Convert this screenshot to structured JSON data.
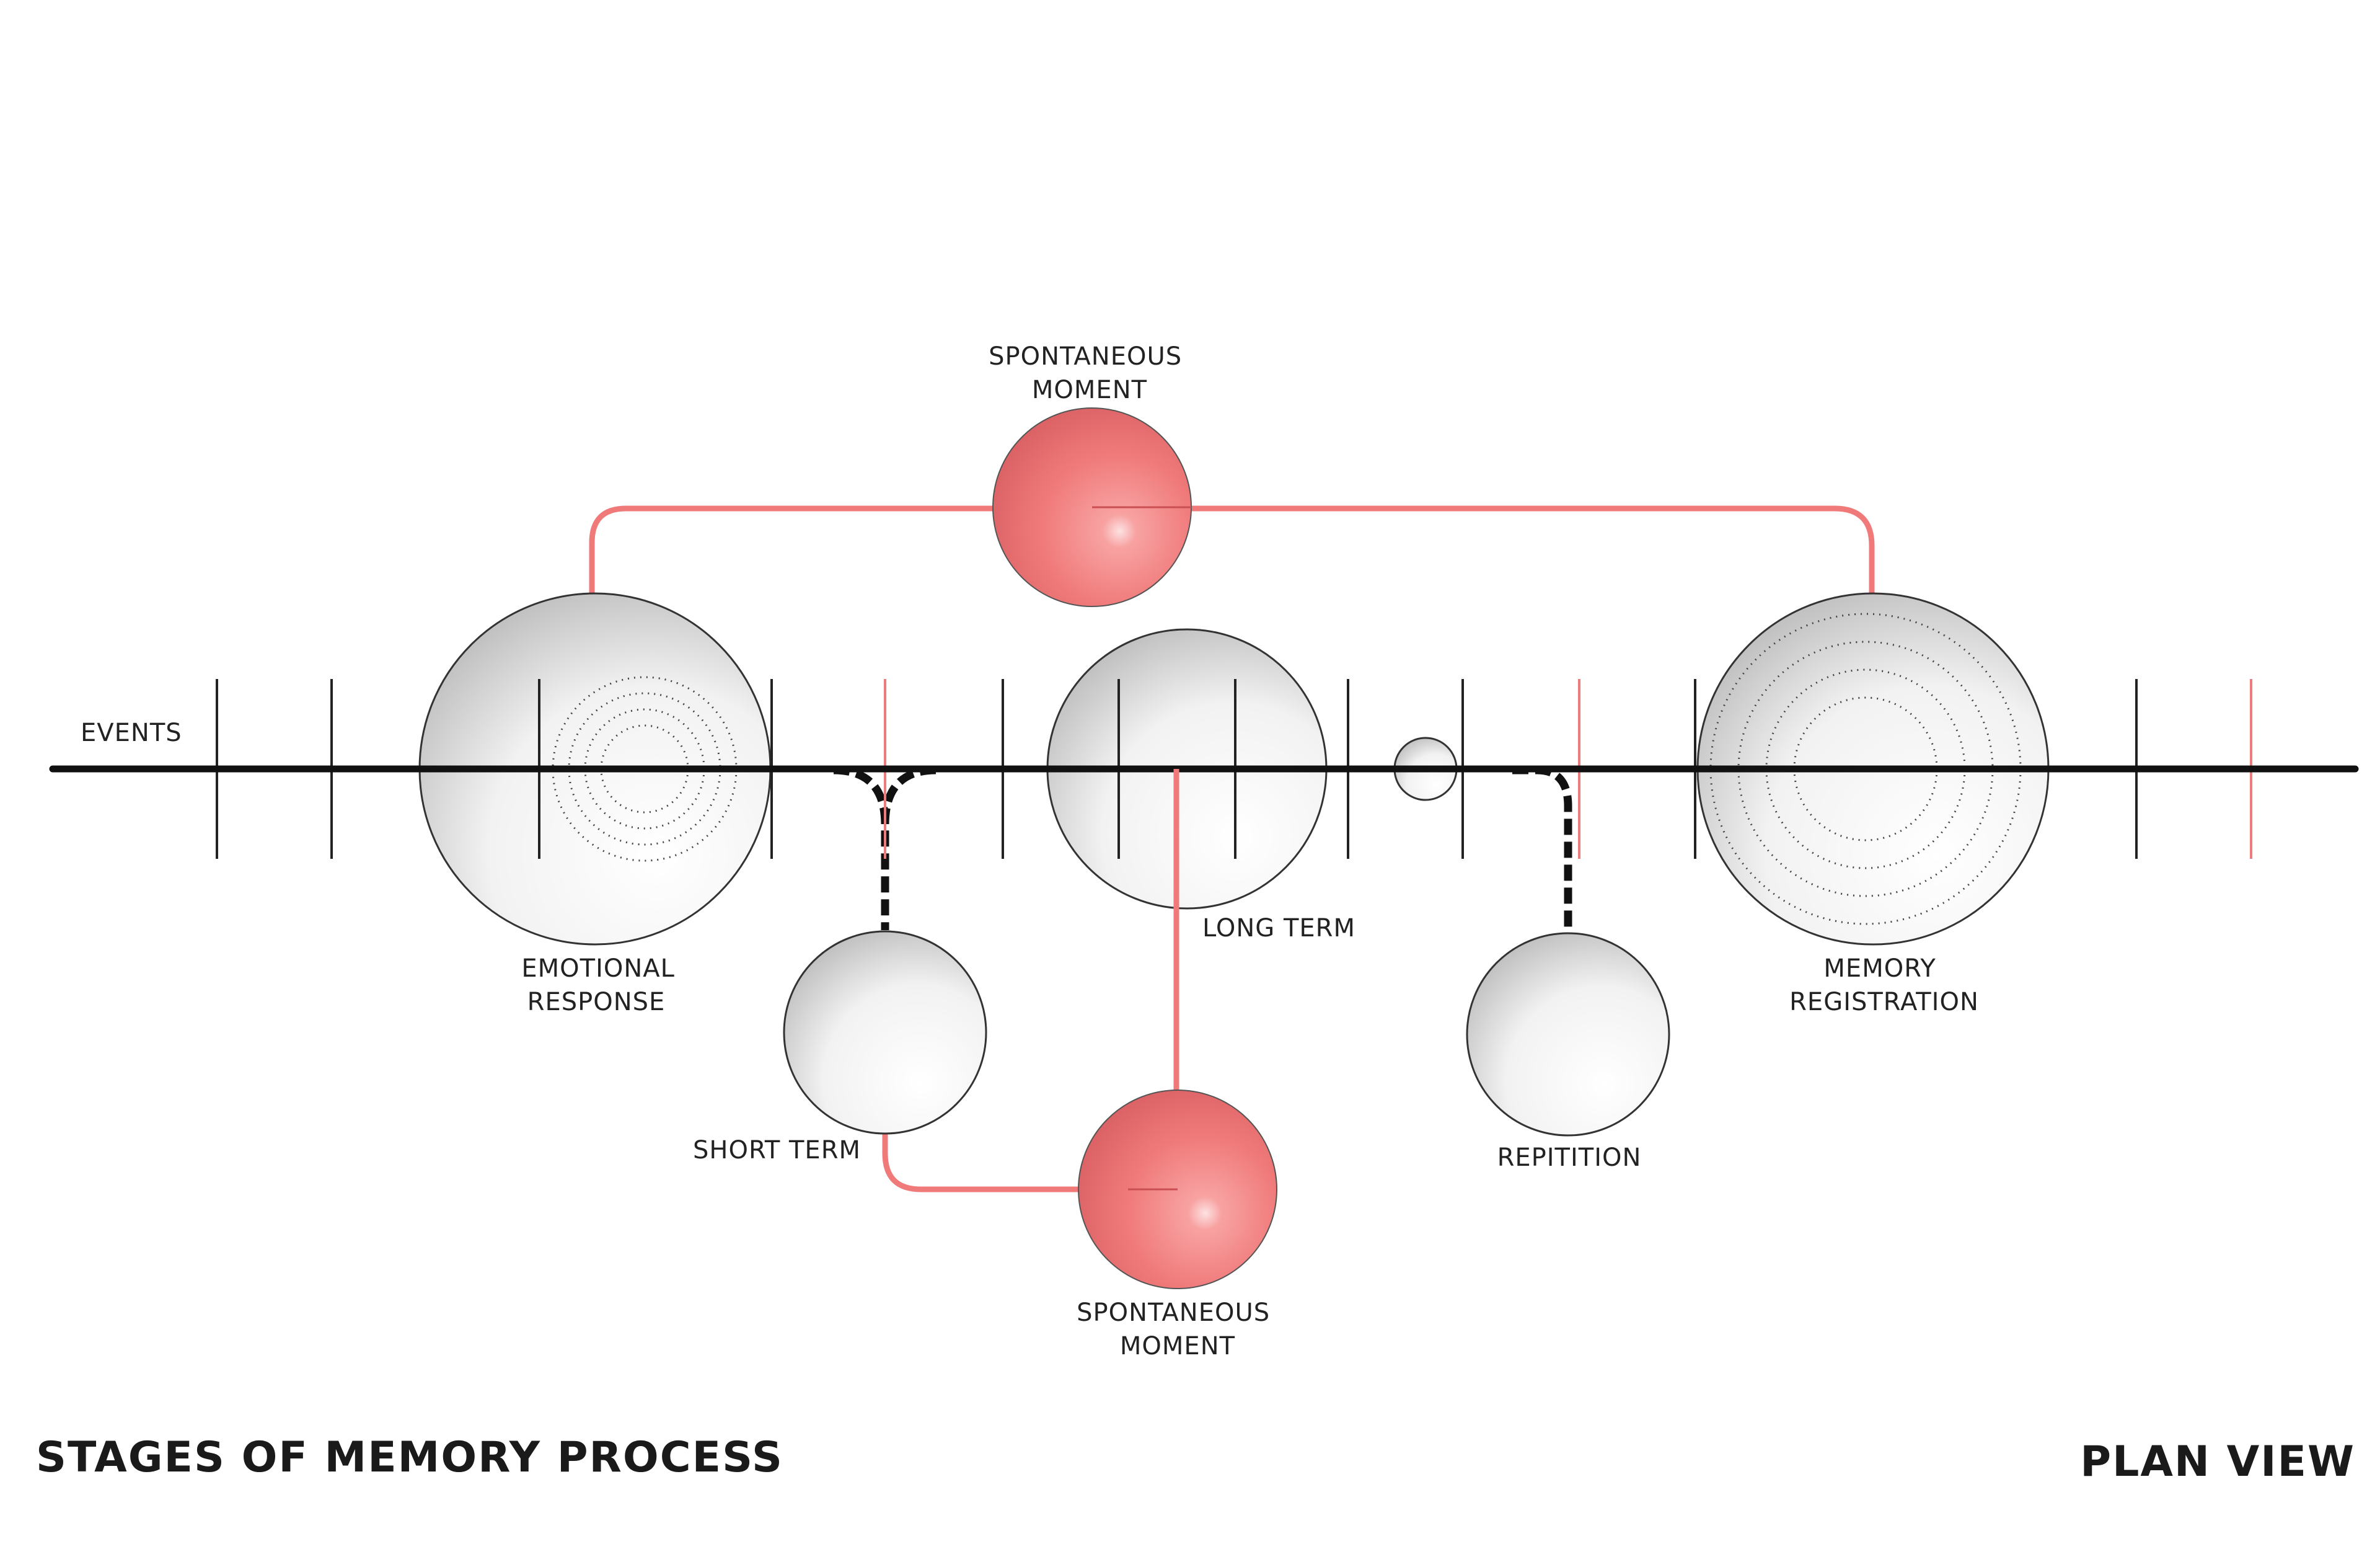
{
  "labels": {
    "events": "EVENTS",
    "spontaneous_top": [
      "SPONTANEOUS",
      "MOMENT"
    ],
    "emotional_response": [
      "EMOTIONAL",
      "RESPONSE"
    ],
    "long_term": "LONG TERM",
    "memory_registration": [
      "MEMORY",
      "REGISTRATION"
    ],
    "short_term": "SHORT TERM",
    "repitition": "REPITITION",
    "spontaneous_bottom": [
      "SPONTANEOUS",
      "MOMENT"
    ]
  },
  "footer": {
    "title": "STAGES OF MEMORY PROCESS",
    "view": "PLAN VIEW"
  },
  "colors": {
    "accent": "#f07a7a",
    "line": "#111111"
  }
}
